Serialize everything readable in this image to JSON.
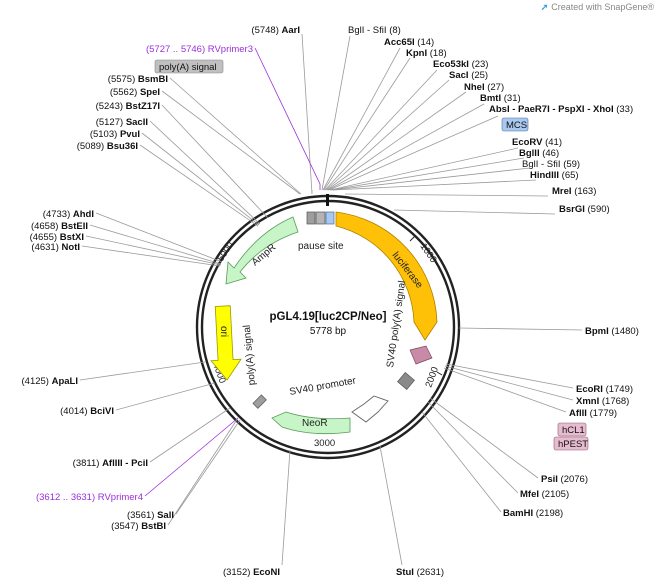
{
  "header": {
    "created_with": "Created with SnapGene®"
  },
  "plasmid": {
    "name": "pGL4.19[luc2CP/Neo]",
    "size": "5778 bp",
    "length": 5778
  },
  "ticks": [
    {
      "label": "1000",
      "bp": 1000
    },
    {
      "label": "2000",
      "bp": 2000
    },
    {
      "label": "3000",
      "bp": 3000
    },
    {
      "label": "4000",
      "bp": 4000
    },
    {
      "label": "5000",
      "bp": 5000
    }
  ],
  "sites": [
    {
      "name": "AarI",
      "pos": "(5748)",
      "side": "L"
    },
    {
      "name": "BglI - SfiI",
      "pos": "(8)",
      "side": "R",
      "plain": true
    },
    {
      "name": "Acc65I",
      "pos": "(14)",
      "side": "R"
    },
    {
      "name": "KpnI",
      "pos": "(18)",
      "side": "R"
    },
    {
      "name": "Eco53kI",
      "pos": "(23)",
      "side": "R"
    },
    {
      "name": "SacI",
      "pos": "(25)",
      "side": "R"
    },
    {
      "name": "NheI",
      "pos": "(27)",
      "side": "R"
    },
    {
      "name": "BmtI",
      "pos": "(31)",
      "side": "R"
    },
    {
      "name": "AbsI - PaeR7I - PspXI - XhoI",
      "pos": "(33)",
      "side": "R"
    },
    {
      "name": "EcoRV",
      "pos": "(41)",
      "side": "R"
    },
    {
      "name": "BglII",
      "pos": "(46)",
      "side": "R"
    },
    {
      "name": "BglI - SfiI",
      "pos": "(59)",
      "side": "R",
      "plain": true
    },
    {
      "name": "HindIII",
      "pos": "(65)",
      "side": "R"
    },
    {
      "name": "MreI",
      "pos": "(163)",
      "side": "R"
    },
    {
      "name": "BsrGI",
      "pos": "(590)",
      "side": "R"
    },
    {
      "name": "BpmI",
      "pos": "(1480)",
      "side": "R"
    },
    {
      "name": "EcoRI",
      "pos": "(1749)",
      "side": "R"
    },
    {
      "name": "XmnI",
      "pos": "(1768)",
      "side": "R"
    },
    {
      "name": "AflII",
      "pos": "(1779)",
      "side": "R"
    },
    {
      "name": "PsiI",
      "pos": "(2076)",
      "side": "R"
    },
    {
      "name": "MfeI",
      "pos": "(2105)",
      "side": "R"
    },
    {
      "name": "BamHI",
      "pos": "(2198)",
      "side": "R"
    },
    {
      "name": "StuI",
      "pos": "(2631)",
      "side": "R"
    },
    {
      "name": "EcoNI",
      "pos": "(3152)",
      "side": "L"
    },
    {
      "name": "SalI",
      "pos": "(3561)",
      "side": "L"
    },
    {
      "name": "BstBI",
      "pos": "(3547)",
      "side": "L"
    },
    {
      "name": "AflIII - PciI",
      "pos": "(3811)",
      "side": "L"
    },
    {
      "name": "BciVI",
      "pos": "(4014)",
      "side": "L"
    },
    {
      "name": "ApaLI",
      "pos": "(4125)",
      "side": "L"
    },
    {
      "name": "NotI",
      "pos": "(4631)",
      "side": "L"
    },
    {
      "name": "BstXI",
      "pos": "(4655)",
      "side": "L"
    },
    {
      "name": "BstEII",
      "pos": "(4658)",
      "side": "L"
    },
    {
      "name": "AhdI",
      "pos": "(4733)",
      "side": "L"
    },
    {
      "name": "Bsu36I",
      "pos": "(5089)",
      "side": "L"
    },
    {
      "name": "PvuI",
      "pos": "(5103)",
      "side": "L"
    },
    {
      "name": "SacII",
      "pos": "(5127)",
      "side": "L"
    },
    {
      "name": "BstZ17I",
      "pos": "(5243)",
      "side": "L"
    },
    {
      "name": "SpeI",
      "pos": "(5562)",
      "side": "L"
    },
    {
      "name": "BsmBI",
      "pos": "(5575)",
      "side": "L"
    }
  ],
  "primers": [
    {
      "name": "RVprimer3",
      "pos": "(5727 .. 5746)"
    },
    {
      "name": "RVprimer4",
      "pos": "(3612 .. 3631)"
    }
  ],
  "features": {
    "luciferase": "luciferase",
    "sv40_polya": "SV40 poly(A) signal",
    "neor": "NeoR",
    "sv40_promoter": "SV40 promoter",
    "polya": "poly(A) signal",
    "ori": "ori",
    "ampr": "AmpR",
    "pause_site": "pause site"
  },
  "badges": {
    "polya": "poly(A) signal",
    "mcs": "MCS",
    "hcl1": "hCL1",
    "hpest": "hPEST"
  },
  "colors": {
    "luciferase": "#ffc107",
    "neor": "#c8f5c8",
    "ampr": "#c8f5c8",
    "ori": "#ffff00",
    "polya_feature": "#9e9e9e",
    "mcs": "#a9c8ef",
    "hcl1": "#e8bcd0",
    "primer": "#9b30d9"
  }
}
